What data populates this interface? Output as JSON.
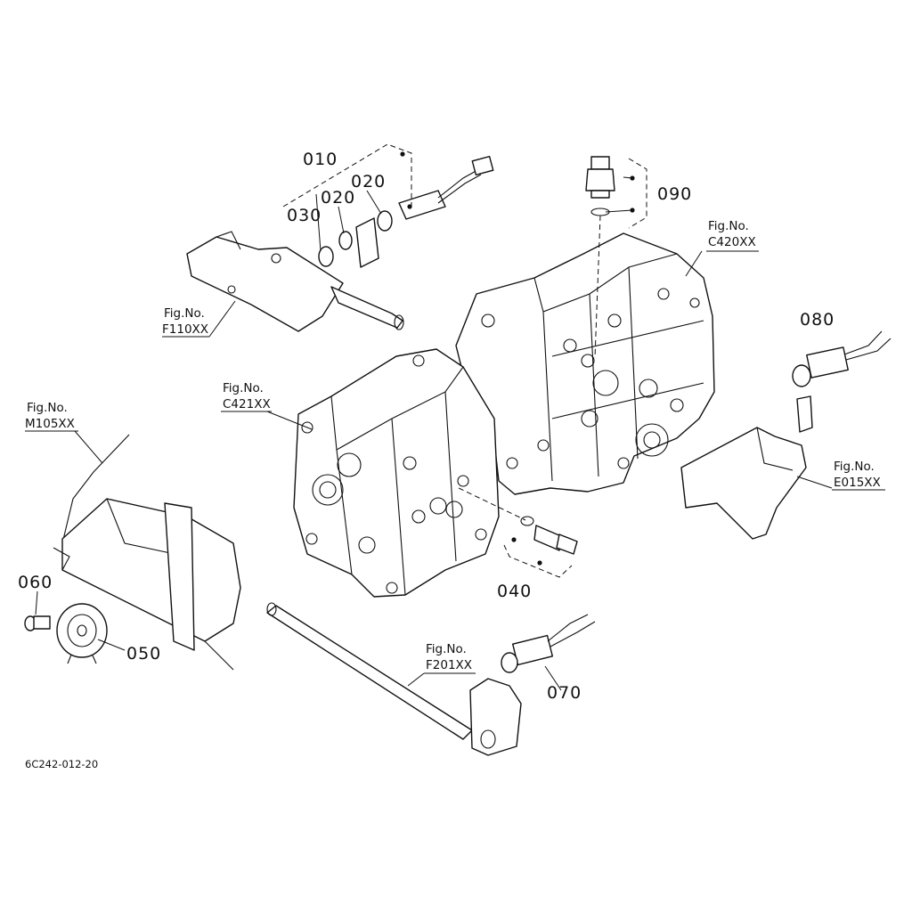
{
  "labels": {
    "p010": "010",
    "p020a": "020",
    "p020b": "020",
    "p030": "030",
    "p040": "040",
    "p050": "050",
    "p060": "060",
    "p070": "070",
    "p080": "080",
    "p090": "090"
  },
  "refs": {
    "fig_no": "Fig.No.",
    "F110XX": "F110XX",
    "C420XX": "C420XX",
    "C421XX": "C421XX",
    "M105XX": "M105XX",
    "E015XX": "E015XX",
    "F201XX": "F201XX"
  },
  "drawing_code": "6C242-012-20",
  "colors": {
    "ink": "#111111",
    "paper": "#ffffff"
  }
}
